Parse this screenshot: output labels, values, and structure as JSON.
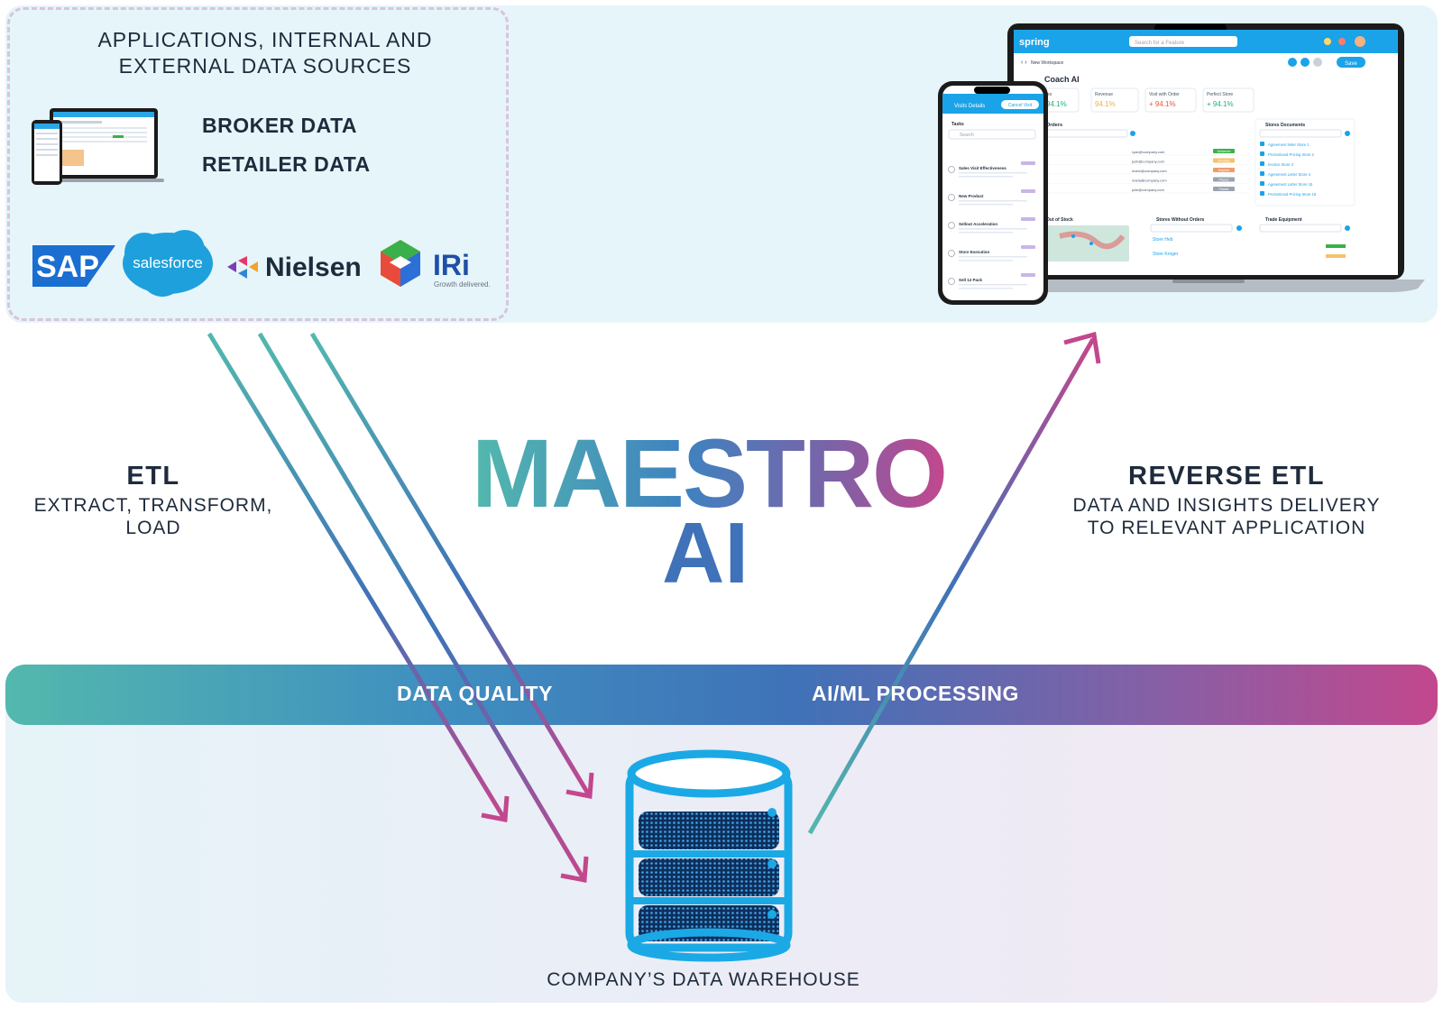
{
  "sources": {
    "title_line1": "APPLICATIONS, INTERNAL AND",
    "title_line2": "EXTERNAL DATA SOURCES",
    "broker": "BROKER DATA",
    "retailer": "RETAILER DATA",
    "logos": {
      "sap": "SAP",
      "salesforce": "salesforce",
      "nielsen": "Nielsen",
      "iri": "IRi",
      "iri_tagline": "Growth delivered."
    }
  },
  "app": {
    "brand": "spring",
    "search_placeholder": "Search for a Feature",
    "workspace": "New Workspace",
    "save": "Save",
    "page_title": "Coach AI",
    "kpis": [
      {
        "label": "les",
        "value": "94.1%"
      },
      {
        "label": "Revenue",
        "value": "94.1%"
      },
      {
        "label": "Visit with Order",
        "value": "+ 94.1%"
      },
      {
        "label": "Perfect Store",
        "value": "+ 94.1%"
      }
    ],
    "orders_title": "Orders",
    "orders_status": [
      "Delivered",
      "Pending",
      "Expired",
      "Placed",
      "Placed"
    ],
    "orders_emails": [
      "ryan@company.com",
      "josh@company.com",
      "mario@company.com",
      "maria@company.com",
      "julie@company.com"
    ],
    "docs_title": "Stores Documents",
    "docs": [
      "Agreement letter Store 1",
      "Promotional Pricing Store 2",
      "Invoice Store 3",
      "Agreement Letter Store 4",
      "Agreement Letter Store 15",
      "Promotional Pricing Store 16"
    ],
    "oos_title": "Out of Stock",
    "swo_title": "Stores Without Orders",
    "swo_items": [
      "Store Heb",
      "Store Kroger"
    ],
    "equip_title": "Trade Equipment",
    "phone_header": "Visits Details",
    "phone_cancel": "Cancel Visit",
    "phone_tasks": "Tasks",
    "phone_search": "Search",
    "phone_items": [
      "Sales Visit Effectiveness",
      "New Product",
      "Sellout Acceleration",
      "Store Execution",
      "Sell 12 Pack"
    ]
  },
  "etl": {
    "title": "ETL",
    "line1": "EXTRACT, TRANSFORM,",
    "line2": "LOAD"
  },
  "reverse_etl": {
    "title": "REVERSE ETL",
    "line1": "DATA AND INSIGHTS DELIVERY",
    "line2": "TO RELEVANT APPLICATION"
  },
  "center": {
    "line1": "MAESTRO",
    "line2": "AI"
  },
  "band": {
    "quality": "DATA QUALITY",
    "processing": "AI/ML PROCESSING"
  },
  "warehouse": {
    "label": "COMPANY’S DATA WAREHOUSE"
  },
  "colors": {
    "teal": "#53b8ad",
    "blue": "#3f72b8",
    "magenta": "#c3478d",
    "ink": "#1e2b3c"
  }
}
